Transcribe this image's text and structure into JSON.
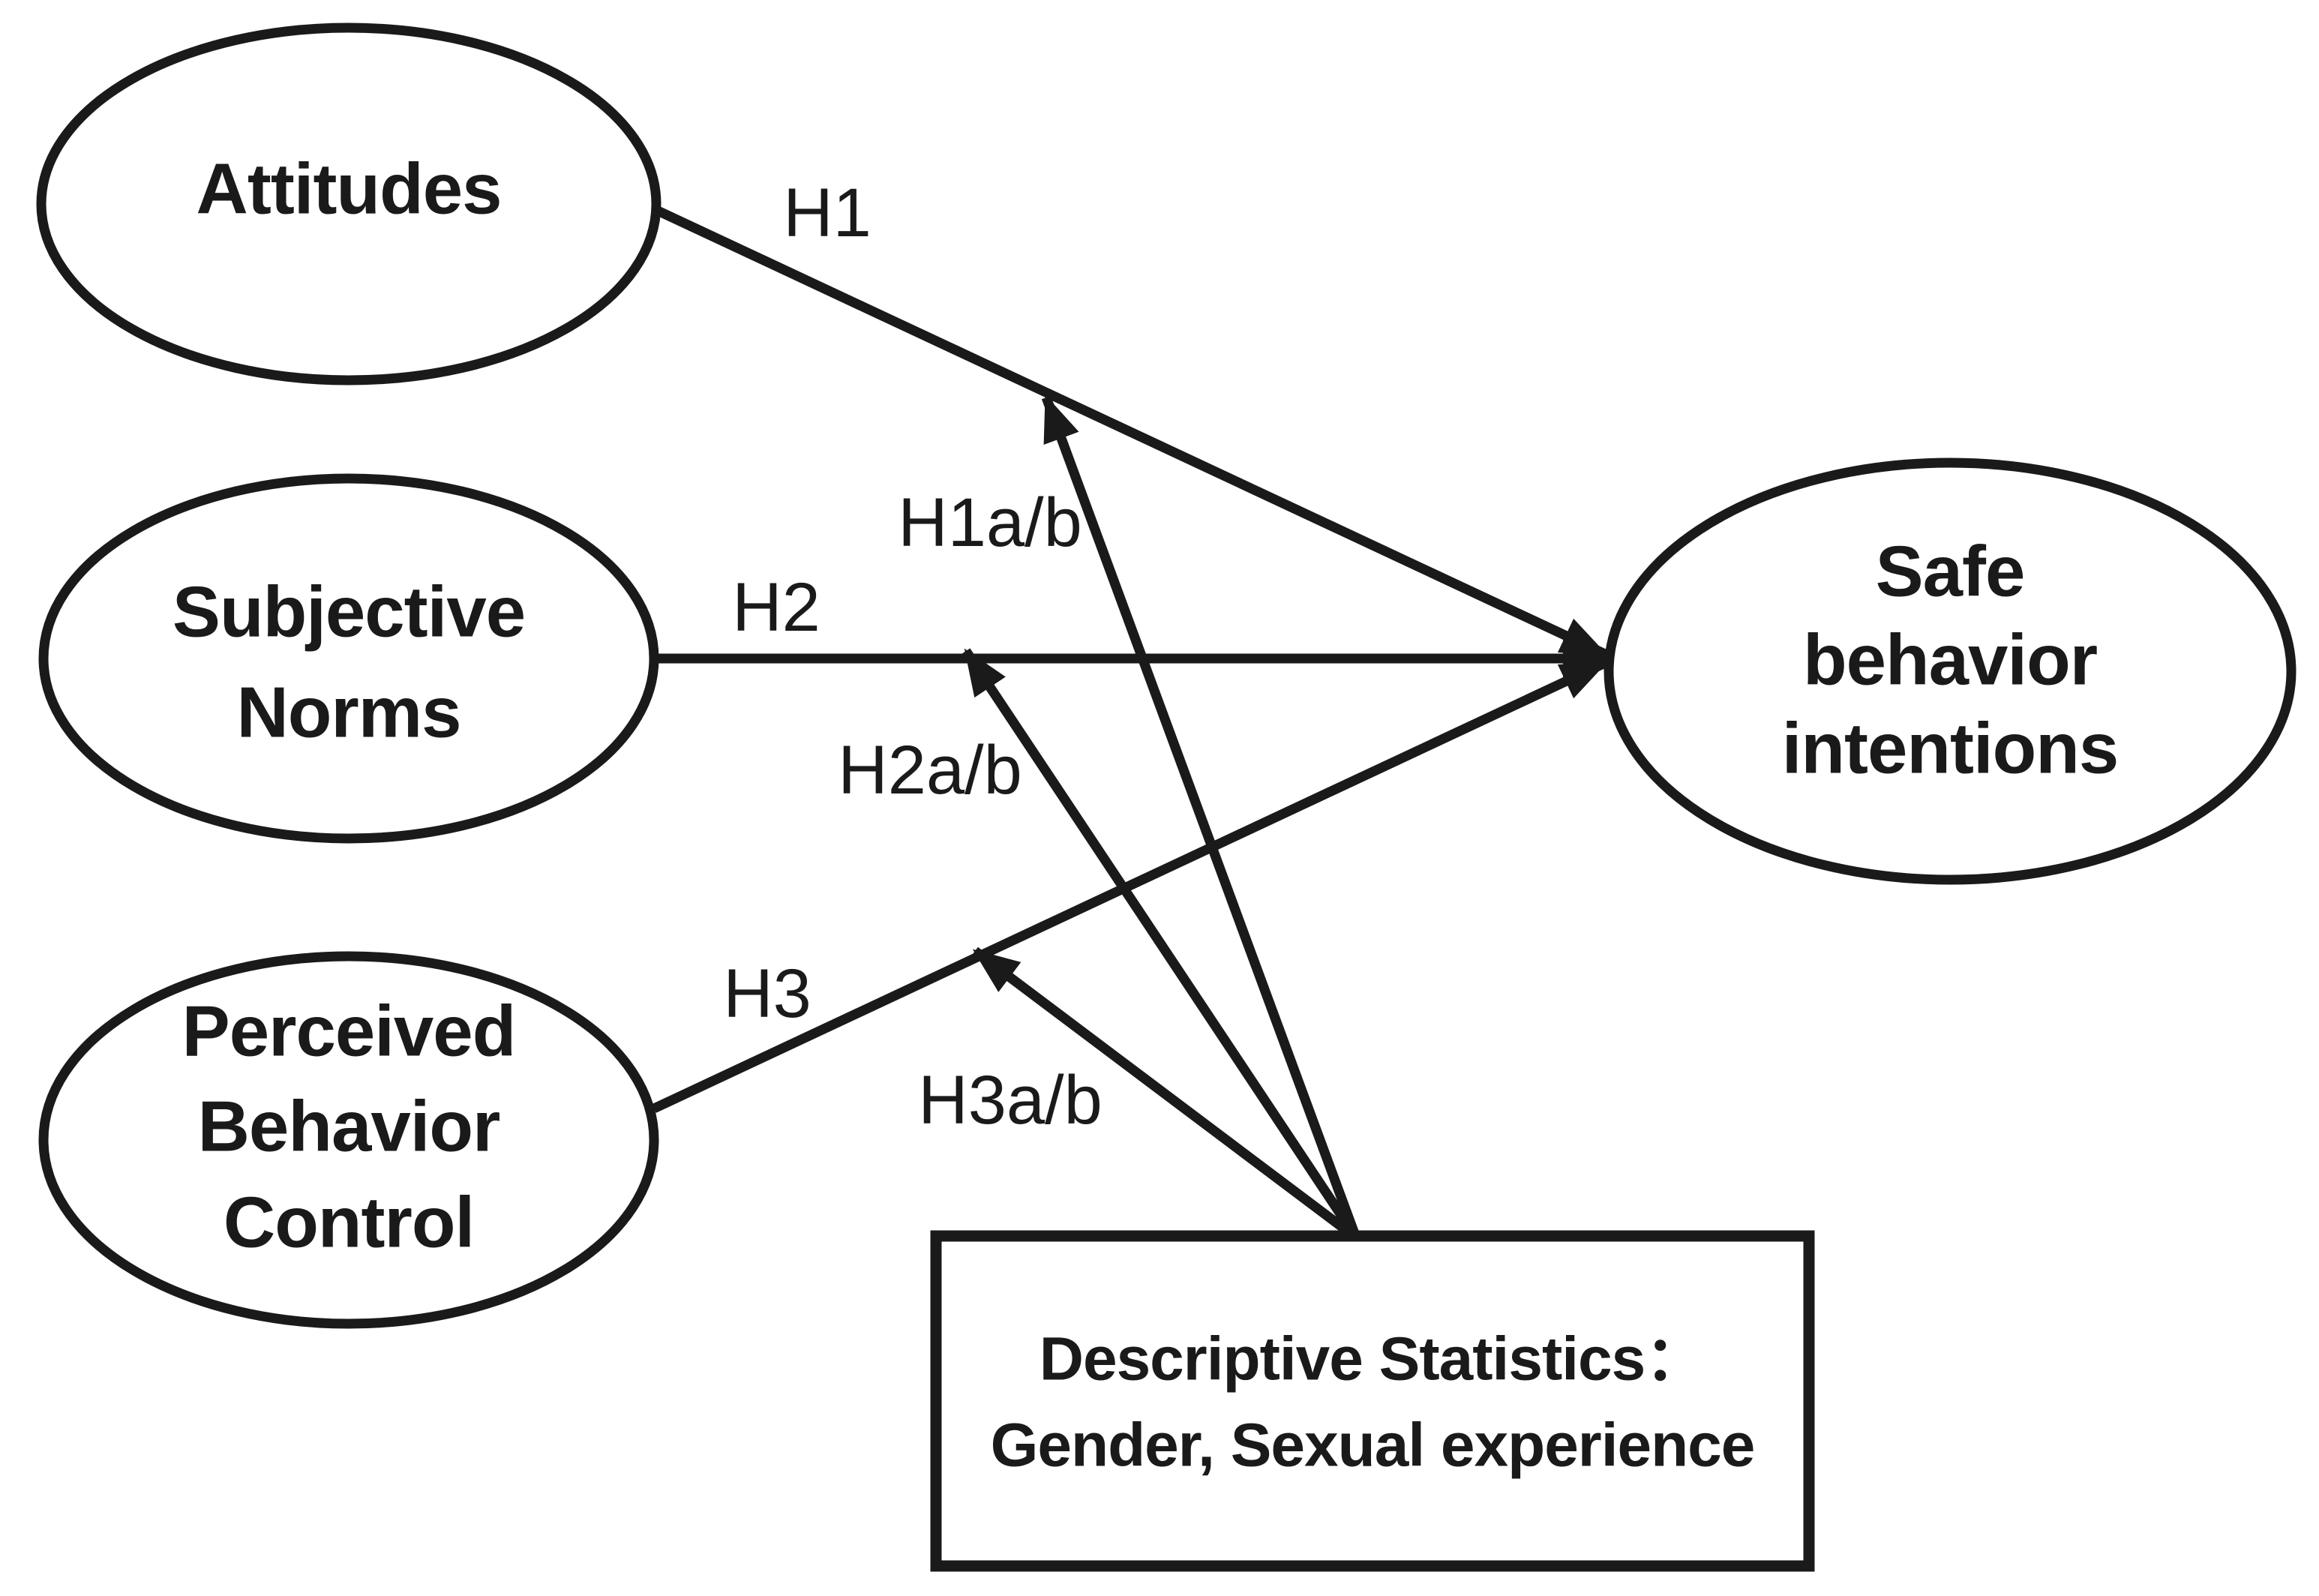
{
  "colors": {
    "ink": "#1a1a1a",
    "background": "#ffffff"
  },
  "nodes": {
    "attitudes": {
      "lines": [
        "Attitudes"
      ]
    },
    "subjective_norms": {
      "lines": [
        "Subjective",
        "Norms"
      ]
    },
    "perceived_behavior_control": {
      "lines": [
        "Perceived",
        "Behavior",
        "Control"
      ]
    },
    "safe_behavior_intentions": {
      "lines": [
        "Safe",
        "behavior",
        "intentions"
      ]
    },
    "descriptive_statistics": {
      "lines": [
        "Descriptive Statistics：",
        "Gender, Sexual experience"
      ]
    }
  },
  "edges": {
    "h1": {
      "label": "H1"
    },
    "h2": {
      "label": "H2"
    },
    "h3": {
      "label": "H3"
    },
    "h1ab": {
      "label": "H1a/b"
    },
    "h2ab": {
      "label": "H2a/b"
    },
    "h3ab": {
      "label": "H3a/b"
    }
  }
}
